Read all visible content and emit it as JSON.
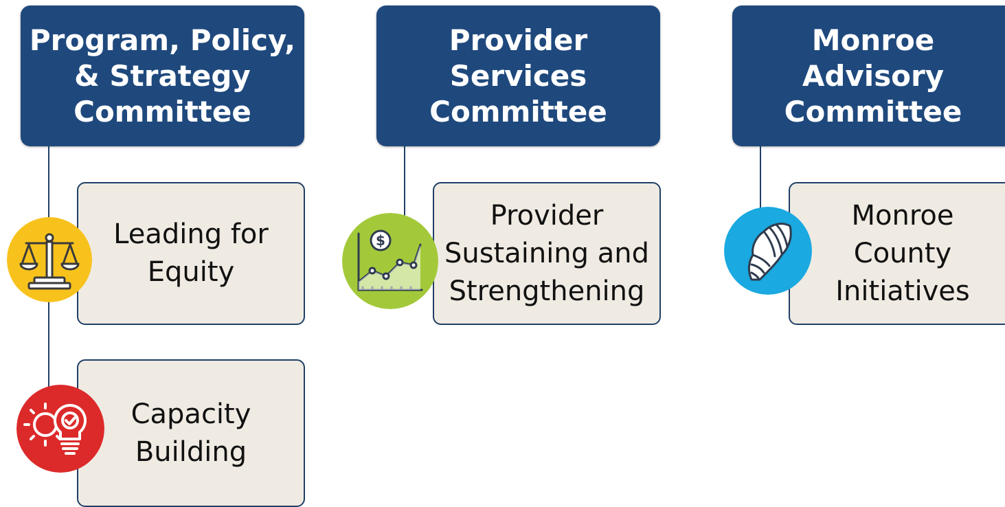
{
  "committees": [
    {
      "title": "Program, Policy,\n& Strategy\nCommittee",
      "items": [
        {
          "label": "Leading for\nEquity",
          "icon": "scales-of-justice-icon",
          "color": "#f8c21d"
        },
        {
          "label": "Capacity\nBuilding",
          "icon": "gear-lightbulb-icon",
          "color": "#dc2a2a"
        }
      ]
    },
    {
      "title": "Provider\nServices\nCommittee",
      "items": [
        {
          "label": "Provider\nSustaining and\nStrengthening",
          "icon": "dollar-growth-chart-icon",
          "color": "#a3c93a"
        }
      ]
    },
    {
      "title": "Monroe\nAdvisory\nCommittee",
      "items": [
        {
          "label": "Monroe\nCounty\nInitiatives",
          "icon": "seashell-icon",
          "color": "#1aa9e0"
        }
      ]
    }
  ],
  "colors": {
    "header_bg": "#1f497d",
    "item_bg": "#efebe3",
    "connector": "#1f3f66"
  }
}
